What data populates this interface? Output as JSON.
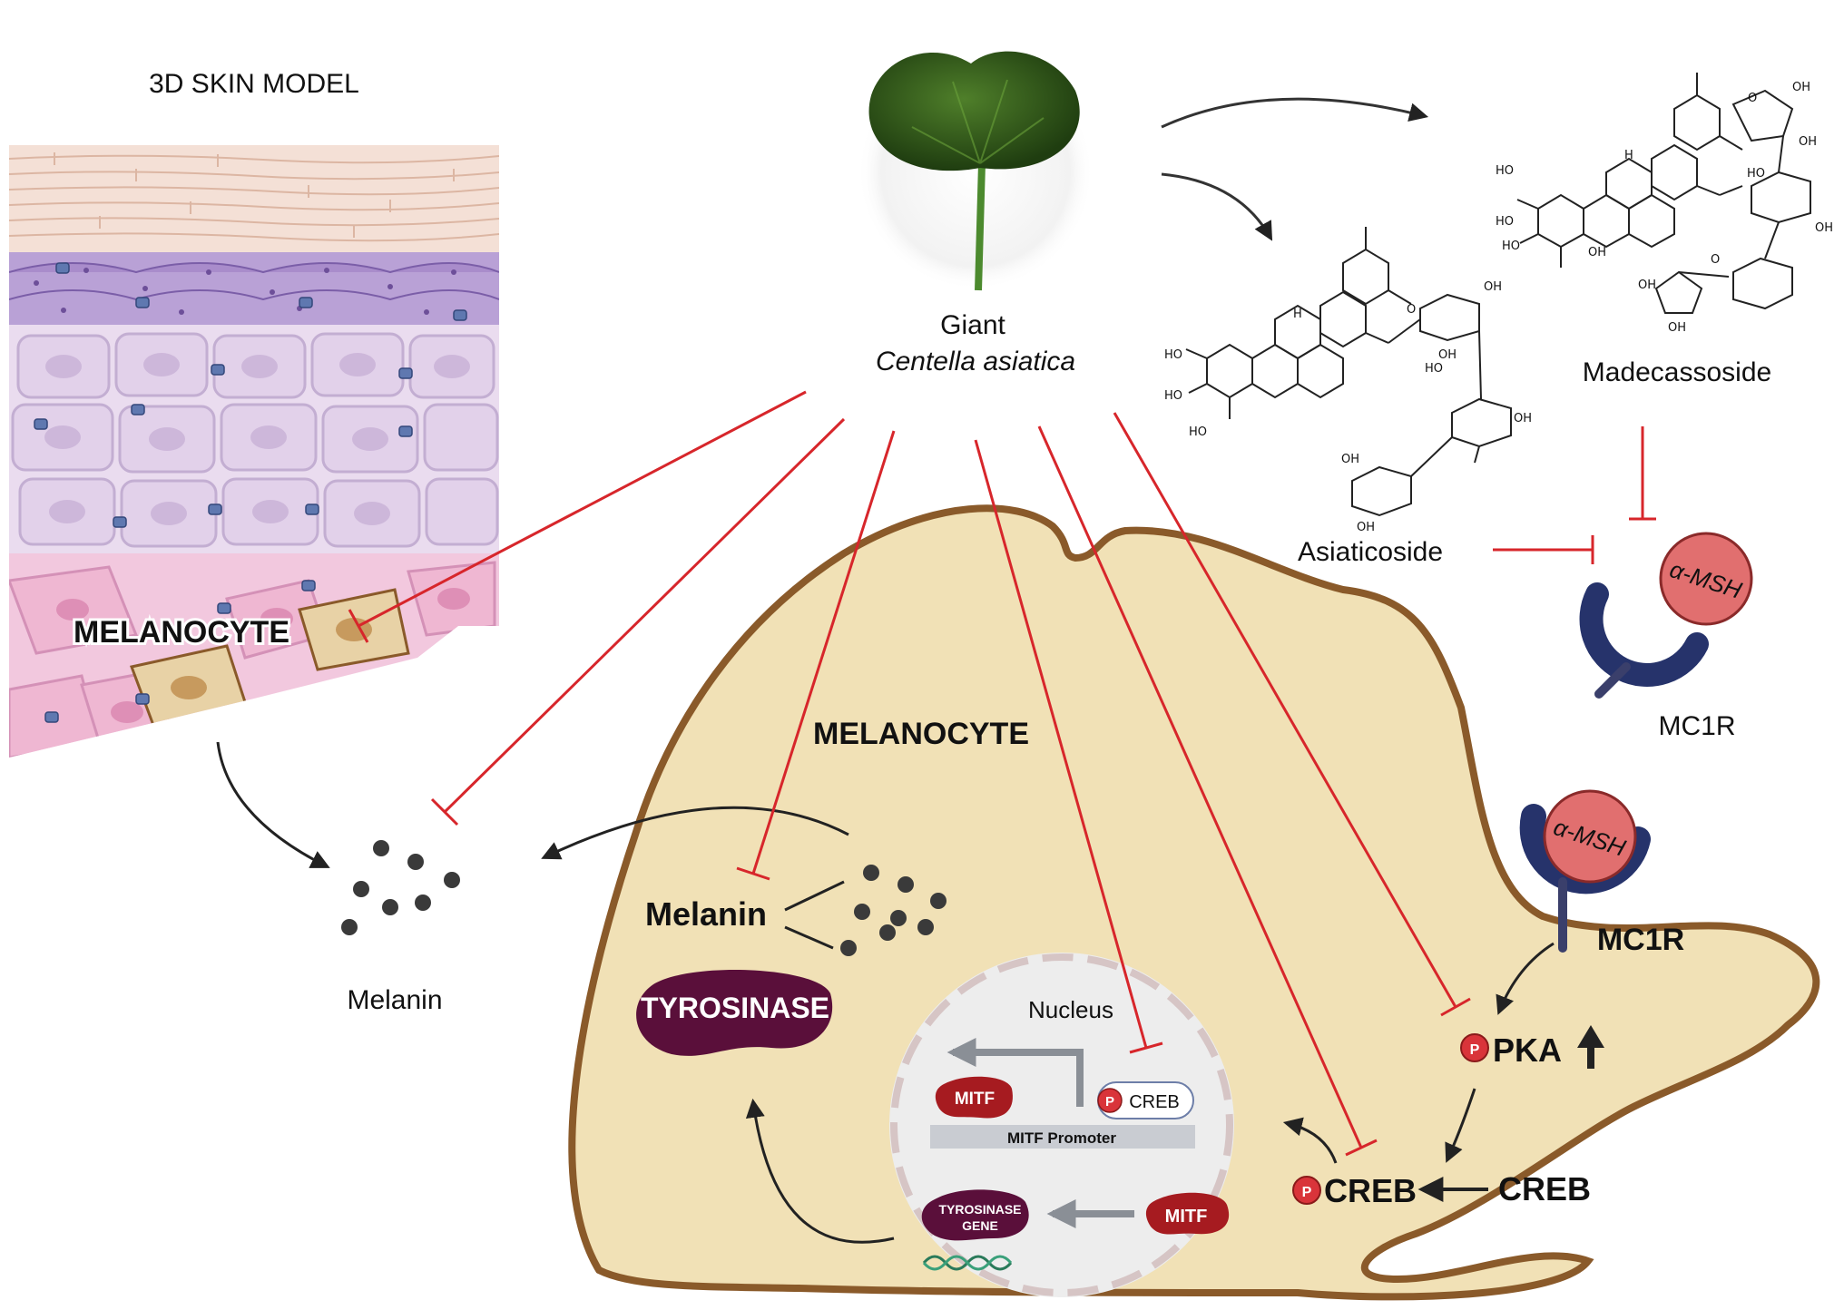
{
  "skin_model": {
    "title": "3D SKIN MODEL",
    "melanocyte_label": "MELANOCYTE"
  },
  "plant": {
    "name_line1": "Giant",
    "name_line2": "Centella asiatica"
  },
  "compounds": {
    "madecassoside": "Madecassoside",
    "asiaticoside": "Asiaticoside",
    "atom_ho": "HO",
    "atom_oh": "OH",
    "atom_o": "O",
    "atom_h": "H"
  },
  "receptor": {
    "ligand": "α-MSH",
    "name": "MC1R"
  },
  "extracellular": {
    "melanin_label": "Melanin"
  },
  "cell": {
    "title": "MELANOCYTE",
    "melanin_label": "Melanin",
    "enzyme": "TYROSINASE",
    "pka": "PKA",
    "creb_phos": "CREB",
    "creb": "CREB",
    "phospho": "P",
    "receptor_ligand": "α-MSH",
    "receptor_name": "MC1R"
  },
  "nucleus": {
    "title": "Nucleus",
    "mitf_top": "MITF",
    "creb_tag": "CREB",
    "promoter": "MITF Promoter",
    "gene_line1": "TYROSINASE",
    "gene_line2": "GENE",
    "mitf_bottom": "MITF",
    "phospho": "P"
  },
  "colors": {
    "inhibition": "#d7262b",
    "cell_fill": "#f1e1b6",
    "cell_border": "#8a5a2a",
    "receptor": "#26336b",
    "ligand": "#e16f6f",
    "enzyme": "#5a0f3a",
    "mitf": "#a61b20",
    "phospho": "#d9343a"
  }
}
